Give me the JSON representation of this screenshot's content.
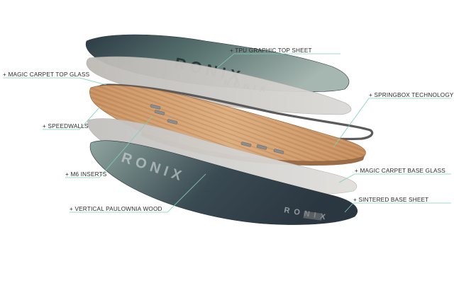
{
  "brand": "RONIX",
  "labels": {
    "tpu_graphic_top_sheet": "+ TPU GRAPHIC TOP SHEET",
    "magic_carpet_top_glass": "+ MAGIC CARPET TOP GLASS",
    "springbox_technology": "+ SPRINGBOX TECHNOLOGY",
    "speedwalls": "+ SPEEDWALLS",
    "m6_inserts": "+ M6 INSERTS",
    "magic_carpet_base_glass": "+ MAGIC CARPET BASE GLASS",
    "sintered_base_sheet": "+ SINTERED BASE SHEET",
    "vertical_paulownia_wood": "+ VERTICAL PAULOWNIA WOOD"
  },
  "colors": {
    "top_sheet_dark": "#2c3a44",
    "top_sheet_light": "#8fa39c",
    "glass": "#c9c6c2",
    "glass_edge": "#a9a6a2",
    "wood_light": "#d9a97a",
    "wood_dark": "#b07a4c",
    "speedwall": "#5b5b5b",
    "base_light": "#9aaea8",
    "base_dark": "#2a3640",
    "leader": "#7fd0b8"
  }
}
